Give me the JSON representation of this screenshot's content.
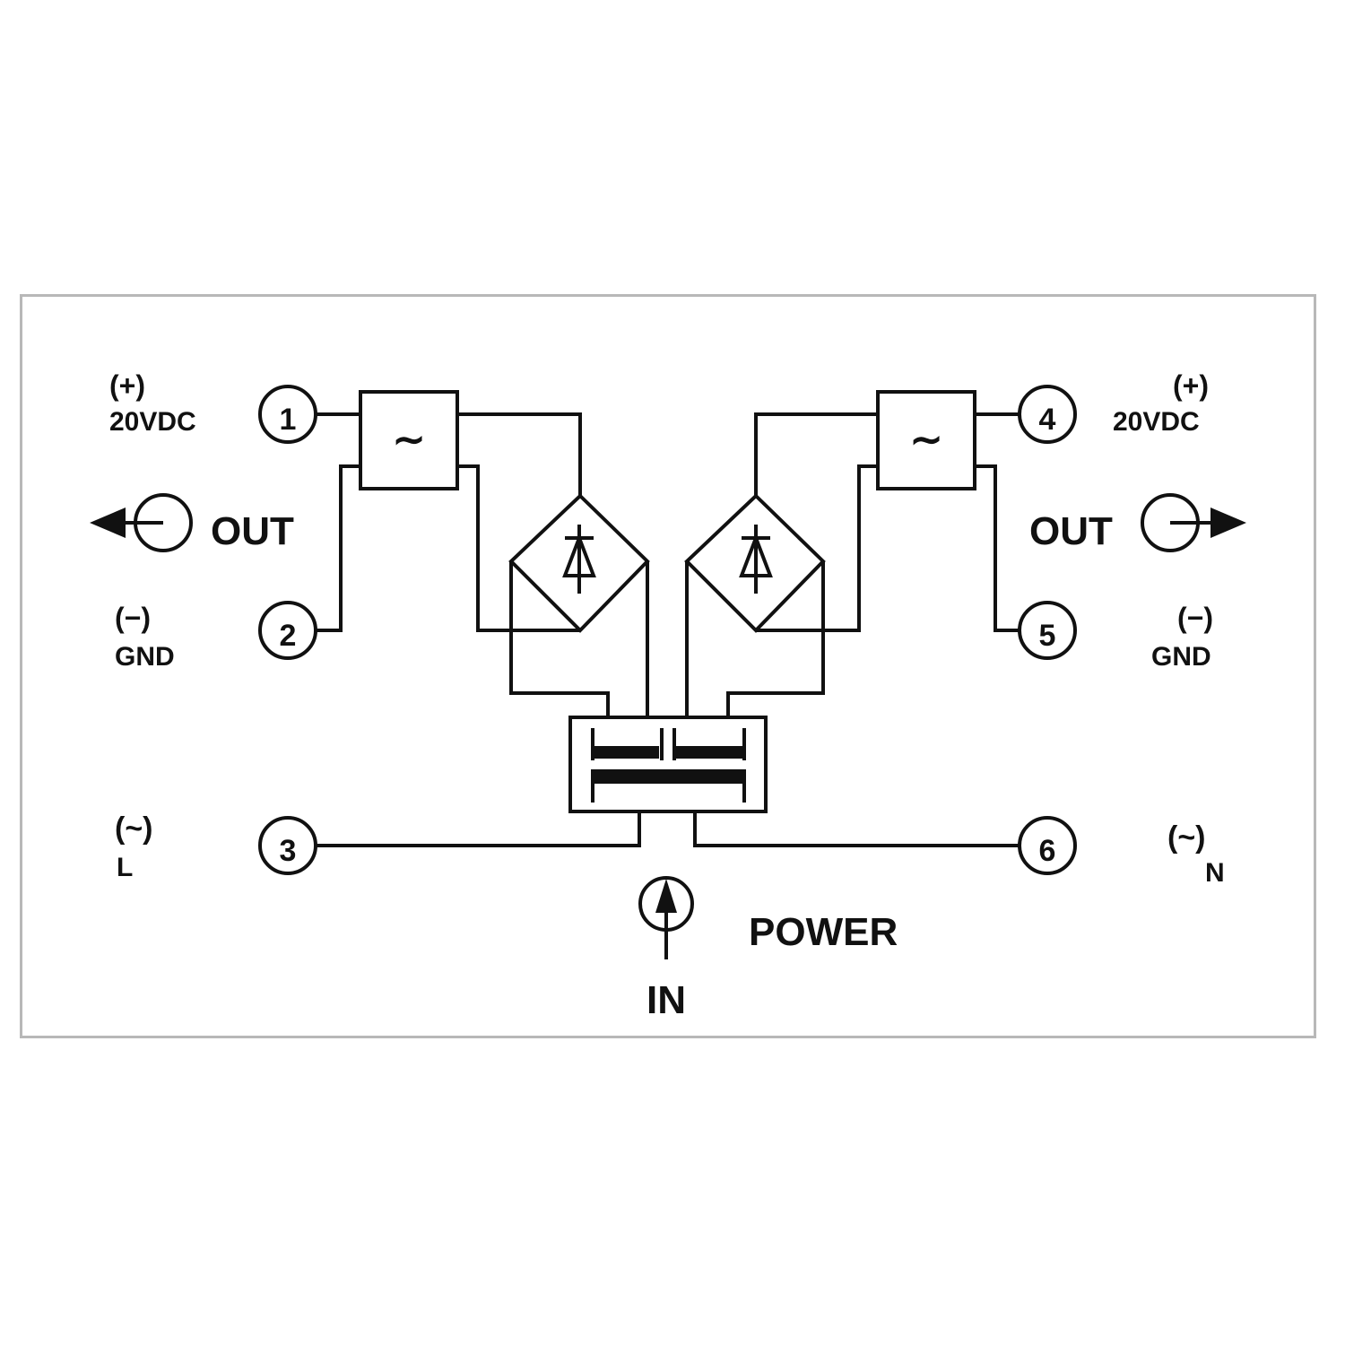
{
  "diagram": {
    "terminals": [
      {
        "num": "1"
      },
      {
        "num": "2"
      },
      {
        "num": "3"
      },
      {
        "num": "4"
      },
      {
        "num": "5"
      },
      {
        "num": "6"
      }
    ],
    "labels": {
      "t1_sign": "(+)",
      "t1_volt": "20VDC",
      "t2_sign": "(−)",
      "t2_name": "GND",
      "t3_sign": "(~)",
      "t3_name": "L",
      "t4_sign": "(+)",
      "t4_volt": "20VDC",
      "t5_sign": "(−)",
      "t5_name": "GND",
      "t6_sign": "(~)",
      "t6_name": "N",
      "out_left": "OUT",
      "out_right": "OUT",
      "power": "POWER",
      "power_in": "IN"
    },
    "converter_symbol": "∼",
    "colors": {
      "line": "#111111",
      "frame": "#b8b8b8"
    }
  }
}
